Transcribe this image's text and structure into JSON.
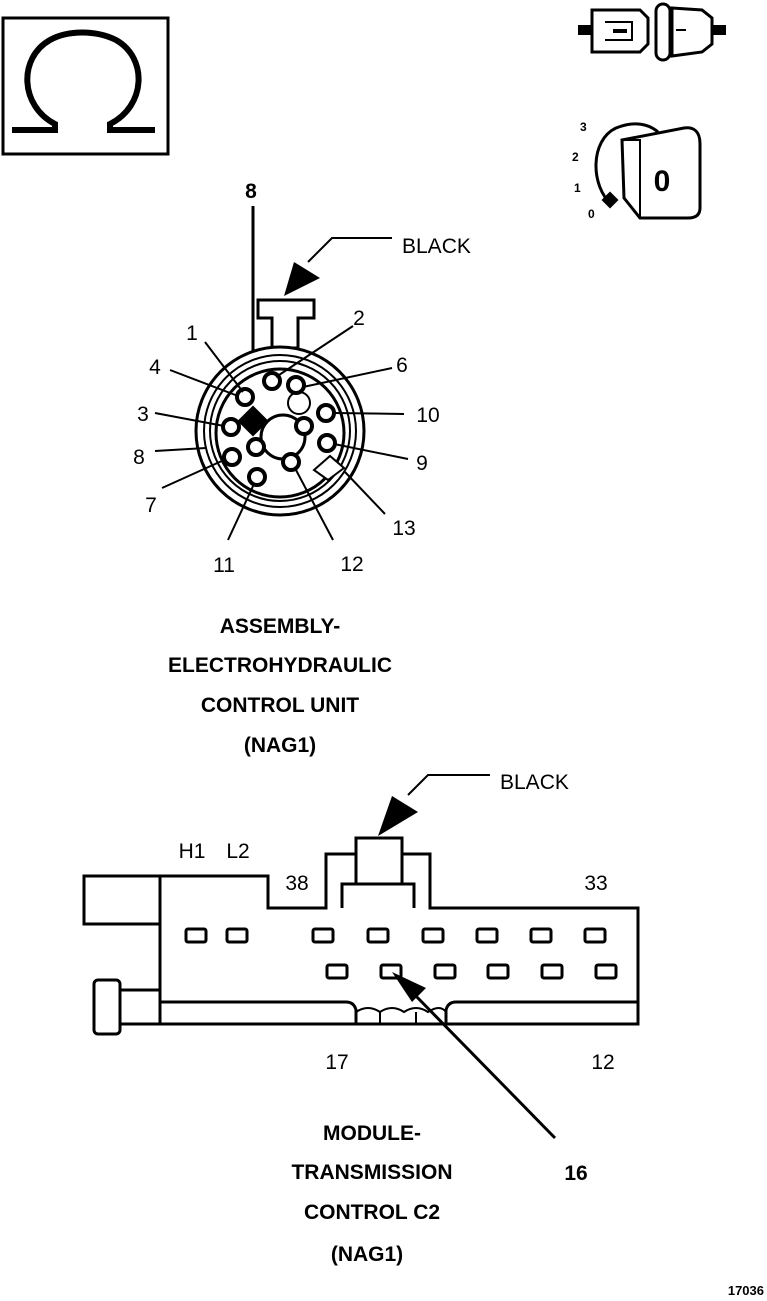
{
  "ecu_connector": {
    "top_label": "8",
    "key_label": "BLACK",
    "pin_labels": {
      "p1": "1",
      "p2": "2",
      "p3": "3",
      "p4": "4",
      "p6": "6",
      "p7": "7",
      "p8": "8",
      "p9": "9",
      "p10": "10",
      "p11": "11",
      "p12": "12",
      "p13": "13"
    },
    "caption": [
      "ASSEMBLY-",
      "ELECTROHYDRAULIC",
      "CONTROL UNIT",
      "(NAG1)"
    ]
  },
  "tcm_connector": {
    "key_label": "BLACK",
    "labels": {
      "h1": "H1",
      "l2": "L2",
      "pin38": "38",
      "pin33": "33",
      "pin17": "17",
      "pin12": "12",
      "pin16": "16"
    },
    "caption": [
      "MODULE-",
      "TRANSMISSION",
      "CONTROL C2",
      "(NAG1)"
    ]
  },
  "ignition_key": {
    "positions": [
      "3",
      "2",
      "1",
      "0"
    ],
    "key_face": "0"
  },
  "figure_number": "17036",
  "icons": {
    "ohm": "ohmmeter-icon",
    "connector": "disconnected-connector-icon",
    "key": "ignition-key-icon"
  }
}
